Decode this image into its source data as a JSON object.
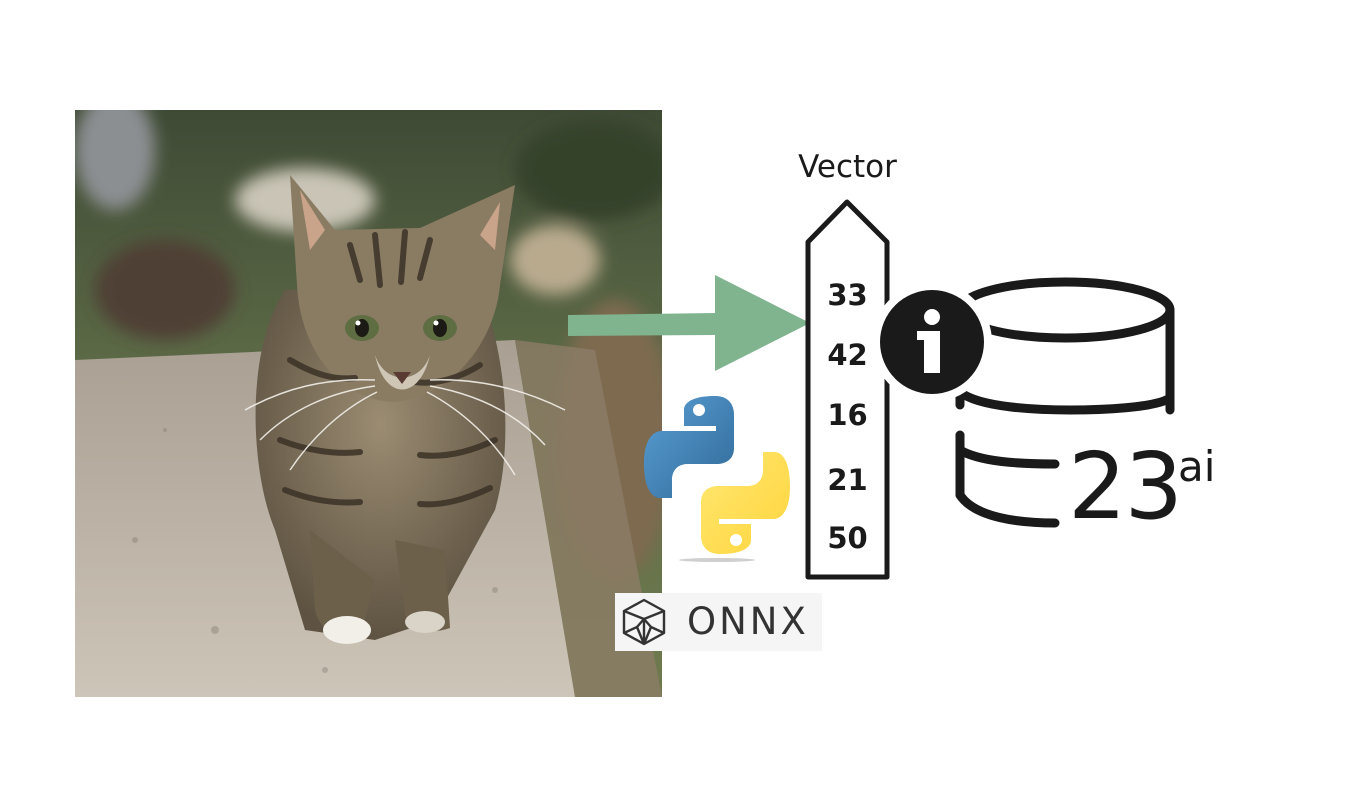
{
  "vector": {
    "title": "Vector",
    "values": [
      "33",
      "42",
      "16",
      "21",
      "50"
    ]
  },
  "onnx": {
    "label": "ONNX"
  },
  "database": {
    "version_number": "23",
    "version_suffix": "ai"
  },
  "colors": {
    "arrow": "#7fb48f",
    "ink": "#1a1a1a",
    "python_blue": "#3a75a8",
    "python_yellow": "#f5d33f"
  },
  "icons": [
    "kitten-photo",
    "arrow-right-icon",
    "vector-column-icon",
    "python-logo-icon",
    "onnx-logo-icon",
    "info-icon",
    "database-icon"
  ]
}
